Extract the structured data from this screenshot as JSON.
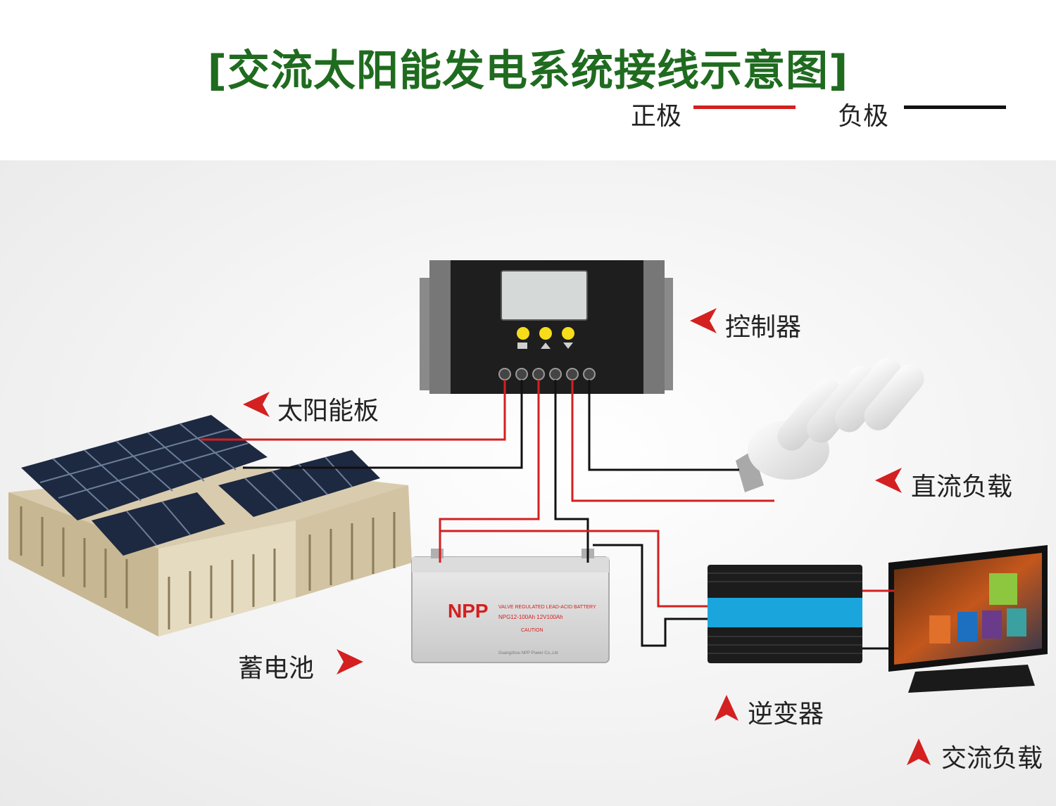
{
  "title": "[交流太阳能发电系统接线示意图]",
  "legend": {
    "positive_label": "正极",
    "negative_label": "负极",
    "positive_color": "#d42020",
    "negative_color": "#111111"
  },
  "labels": {
    "controller": "控制器",
    "solar_panel": "太阳能板",
    "dc_load": "直流负载",
    "battery": "蓄电池",
    "inverter": "逆变器",
    "ac_load": "交流负载"
  },
  "battery_brand": "NPP",
  "battery_model": "NPG12-100Ah 12V100Ah",
  "battery_header": "VALVE REGULATED LEAD-ACID BATTERY",
  "battery_caution": "CAUTION",
  "battery_footer": "Guangzhou NPP Power Co.,Ltd",
  "arrow_color": "#d42020"
}
